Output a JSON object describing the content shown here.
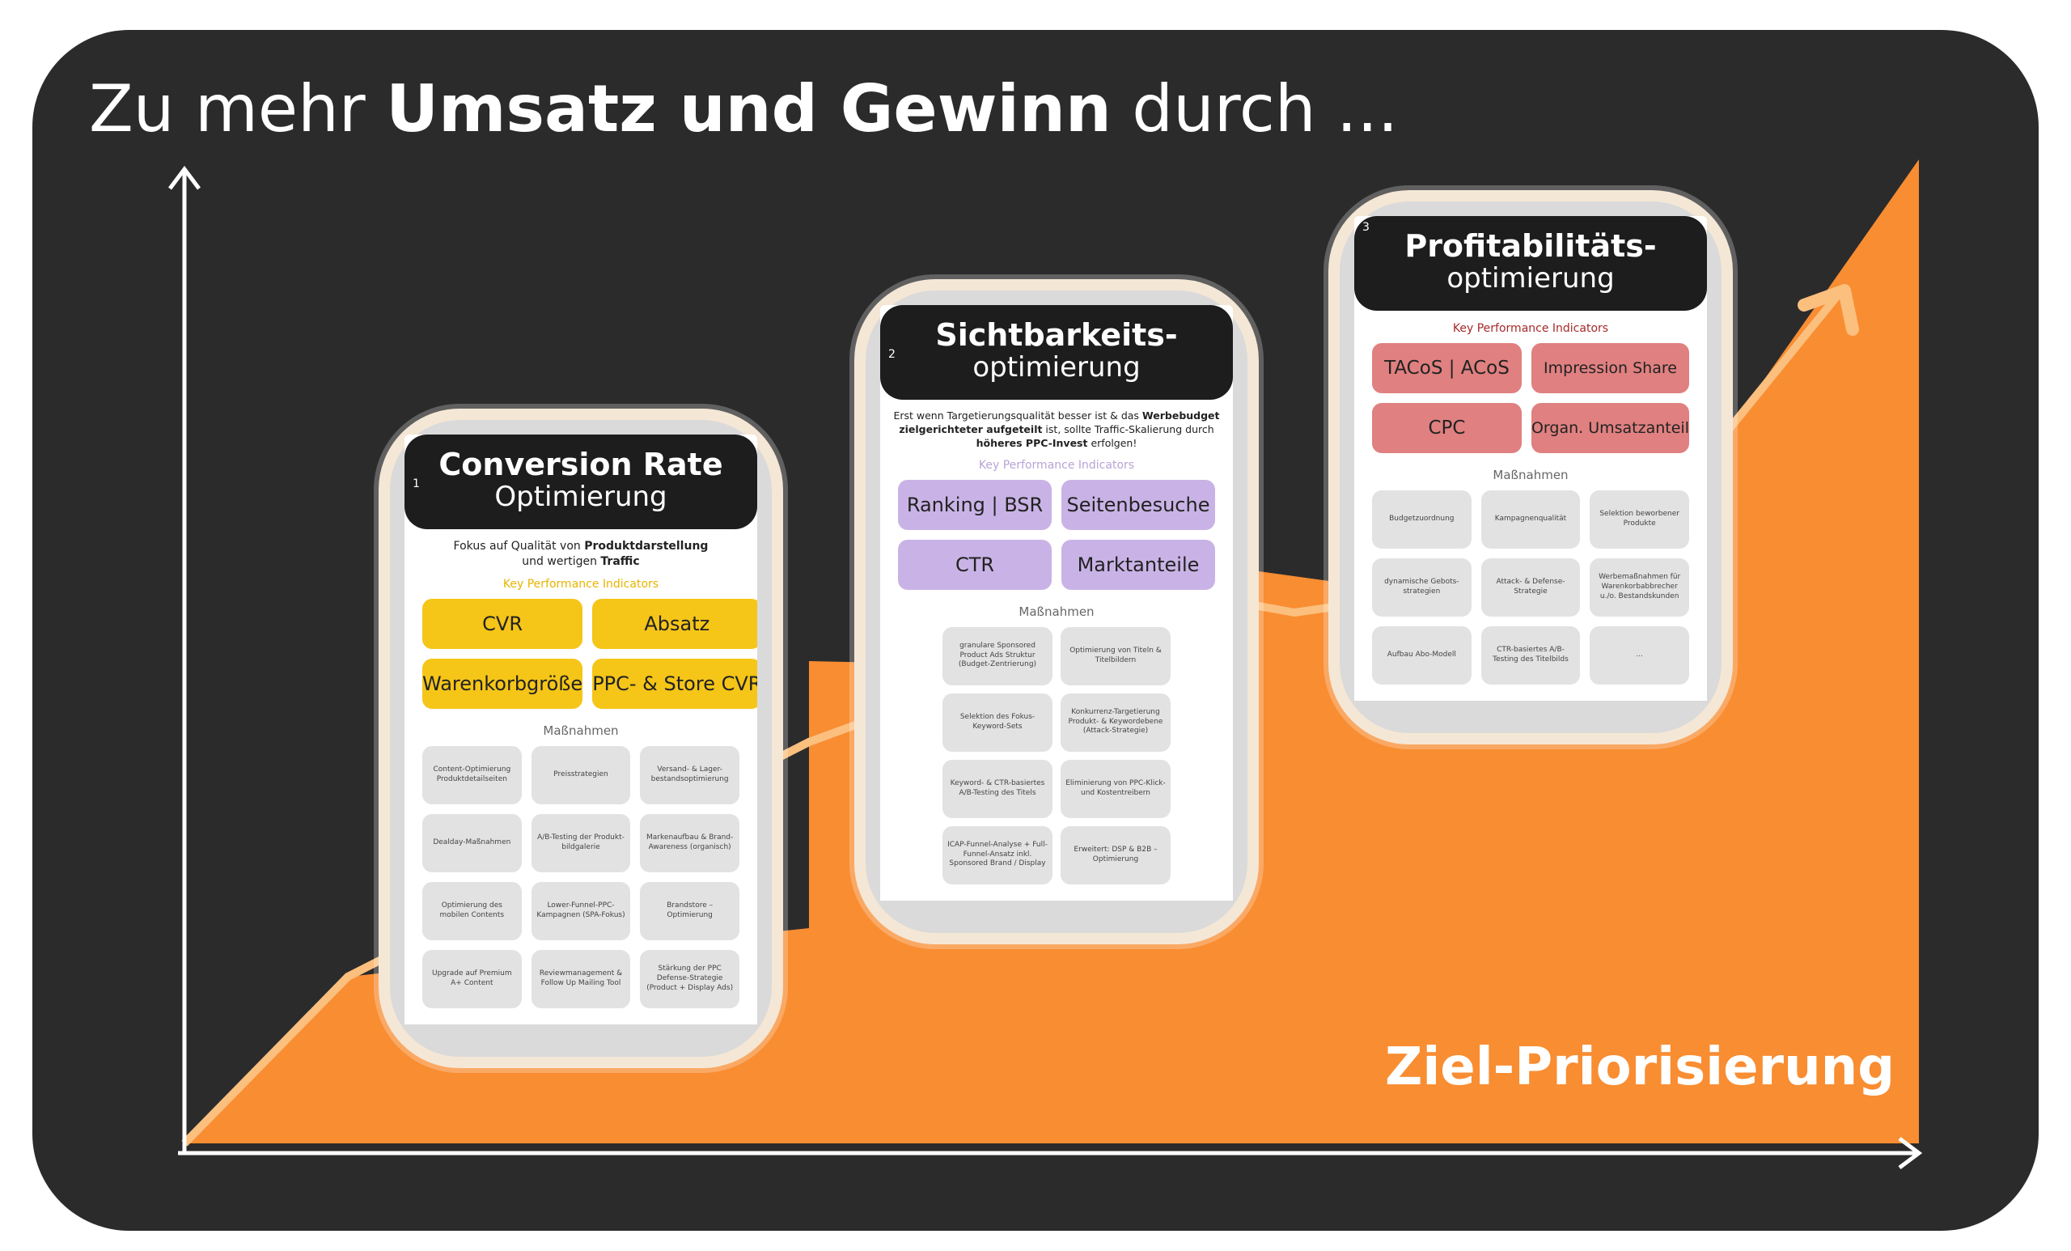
{
  "headline": {
    "pre": "Zu mehr ",
    "bold": "Umsatz und Gewinn",
    "post": " durch ..."
  },
  "goal_label": "Ziel-Priorisierung",
  "colors": {
    "background": "#2b2b2b",
    "area": "#f98d32",
    "trend_arrow": "#fbbf7e",
    "axis": "#ffffff"
  },
  "cards": [
    {
      "number": "1",
      "title": "Conversion Rate",
      "subtitle": "Optimierung",
      "desc_pre": "Fokus auf Qualität von ",
      "desc_bold1": "Produktdarstellung",
      "desc_mid": " und wertigen ",
      "desc_bold2": "Traffic",
      "desc_post": "",
      "kpi_label": "Key Performance Indicators",
      "kpis": [
        "CVR",
        "Absatz",
        "Warenkorbgröße",
        "PPC- & Store CVR"
      ],
      "massnahmen_label": "Maßnahmen",
      "massnahmen": [
        "Content-Optimierung Produktdetailseiten",
        "Preisstrategien",
        "Versand- & Lager-bestandsoptimierung",
        "Dealday-Maßnahmen",
        "A/B-Testing der Produkt-bildgalerie",
        "Markenaufbau & Brand-Awareness (organisch)",
        "Optimierung des mobilen Contents",
        "Lower-Funnel-PPC-Kampagnen (SPA-Fokus)",
        "Brandstore – Optimierung",
        "Upgrade auf Premium A+ Content",
        "Reviewmanagement & Follow Up Mailing Tool",
        "Stärkung der PPC Defense-Strategie (Product + Display Ads)"
      ]
    },
    {
      "number": "2",
      "title": "Sichtbarkeits-",
      "subtitle": "optimierung",
      "desc_pre": "Erst wenn Targetierungsqualität besser ist & das ",
      "desc_bold1": "Werbebudget zielgerichteter aufgeteilt",
      "desc_mid": " ist, sollte Traffic-Skalierung durch ",
      "desc_bold2": "höheres PPC-Invest",
      "desc_post": " erfolgen!",
      "kpi_label": "Key Performance Indicators",
      "kpis": [
        "Ranking | BSR",
        "Seitenbesuche",
        "CTR",
        "Marktanteile"
      ],
      "massnahmen_label": "Maßnahmen",
      "massnahmen": [
        "granulare Sponsored Product Ads Struktur (Budget-Zentrierung)",
        "Optimierung von Titeln & Titelbildern",
        "Selektion des Fokus-Keyword-Sets",
        "Konkurrenz-Targetierung Produkt- & Keywordebene (Attack-Strategie)",
        "Keyword- & CTR-basiertes A/B-Testing des Titels",
        "Eliminierung von PPC-Klick- und Kostentreibern",
        "ICAP-Funnel-Analyse + Full-Funnel-Ansatz inkl. Sponsored Brand / Display",
        "Erweitert: DSP & B2B – Optimierung"
      ]
    },
    {
      "number": "3",
      "title": "Profitabilitäts-",
      "subtitle": "optimierung",
      "kpi_label": "Key Performance Indicators",
      "kpis": [
        "TACoS | ACoS",
        "Impression Share",
        "CPC",
        "Organ. Umsatzanteil"
      ],
      "massnahmen_label": "Maßnahmen",
      "massnahmen": [
        "Budgetzuordnung",
        "Kampagnenqualität",
        "Selektion beworbener Produkte",
        "dynamische Gebots-strategien",
        "Attack- & Defense-Strategie",
        "Werbemaßnahmen für Warenkorbabbrecher u./o. Bestandskunden",
        "Aufbau Abo-Modell",
        "CTR-basiertes A/B-Testing des Titelbilds",
        "..."
      ]
    }
  ]
}
